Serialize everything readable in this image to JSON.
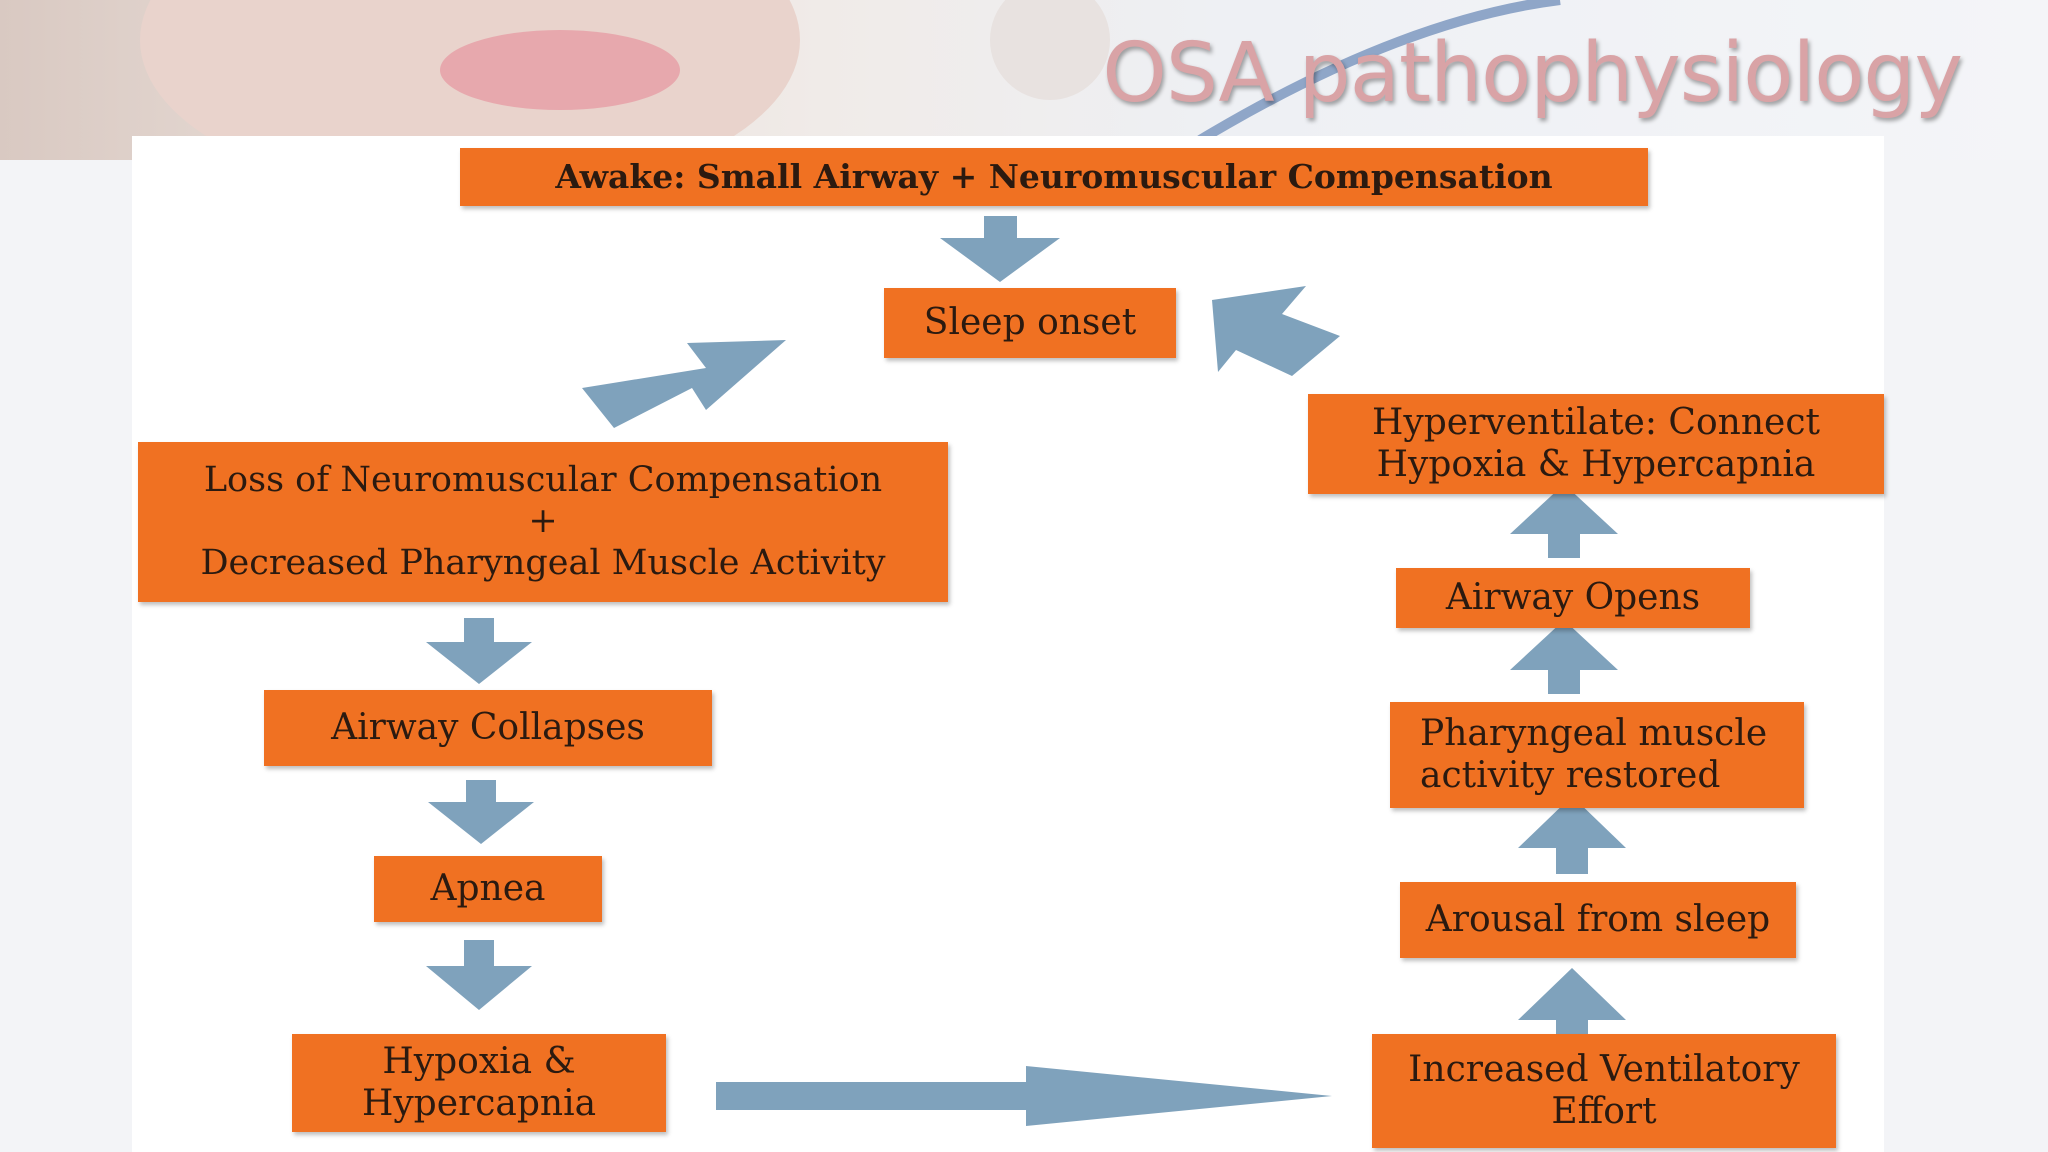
{
  "slide": {
    "title": "OSA pathophysiology"
  },
  "colors": {
    "box_fill": "#f07122",
    "arrow_fill": "#7fa2bc",
    "text": "#2b1a10",
    "title": "#d9a3a6"
  },
  "nodes": {
    "awake": "Awake: Small Airway + Neuromuscular Compensation",
    "sleep_onset": "Sleep onset",
    "loss": "Loss of Neuromuscular Compensation\n+\nDecreased Pharyngeal Muscle Activity",
    "airway_collapses": "Airway Collapses",
    "apnea": "Apnea",
    "hypoxia": "Hypoxia &\nHypercapnia",
    "increased_effort": "Increased Ventilatory\nEffort",
    "arousal": "Arousal from sleep",
    "restored": "Pharyngeal muscle\nactivity restored",
    "airway_opens": "Airway Opens",
    "hyperventilate": "Hyperventilate: Connect\nHypoxia & Hypercapnia"
  }
}
